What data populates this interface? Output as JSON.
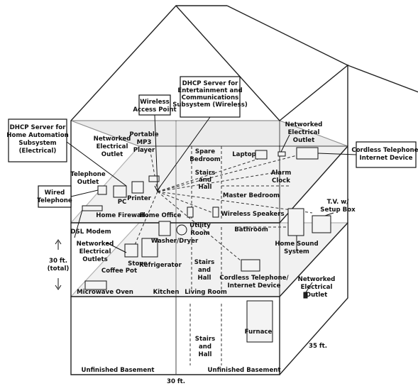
{
  "labels": {
    "dhcp_entertainment": [
      "DHCP Server for",
      "Entertainment and",
      "Communications",
      "Subsystem (Wireless)"
    ],
    "dhcp_home_automation": [
      "DHCP Server for",
      "Home Automation",
      "Subsystem",
      "(Electrical)"
    ],
    "wireless_access_point": [
      "Wireless",
      "Access Point"
    ],
    "networked_outlet_top": [
      "Networked",
      "Electrical",
      "Outlet"
    ],
    "networked_outlet_office": [
      "Networked",
      "Electrical",
      "Outlet"
    ],
    "portable_mp3": [
      "Portable",
      "MP3",
      "Player"
    ],
    "printer": "Printer",
    "pc": "PC",
    "telephone_outlet": [
      "Telephone",
      "Outlet"
    ],
    "wired_telephone": [
      "Wired",
      "Telephone"
    ],
    "home_firewall": "Home Firewall",
    "home_office": "Home Office",
    "dsl_modem": "DSL Modem",
    "spare_bedroom": [
      "Spare",
      "Bedroom"
    ],
    "laptop": "Laptop",
    "stairs_hall_upper": [
      "Stairs",
      "and",
      "Hall"
    ],
    "master_bedroom": "Master Bedroom",
    "alarm_clock": [
      "Alarm",
      "Clock"
    ],
    "cordless_top": [
      "Cordless Telephone/",
      "Internet Device"
    ],
    "wireless_speakers": "Wireless Speakers",
    "tv_setup": [
      "T.V. w/",
      "Setup Box"
    ],
    "utility_room": [
      "Utility",
      "Room"
    ],
    "bathroom": "Bathroom",
    "home_sound": [
      "Home Sound",
      "System"
    ],
    "washer_dryer": "Washer/Dryer",
    "networked_outlets_kitchen": [
      "Networked",
      "Electrical",
      "Outlets"
    ],
    "stove": "Stove",
    "coffee_pot": "Coffee Pot",
    "refrigerator": "Refrigerator",
    "stairs_hall_main": [
      "Stairs",
      "and",
      "Hall"
    ],
    "cordless_main": [
      "Cordless Telephone/",
      "Internet Device"
    ],
    "microwave": "Microwave Oven",
    "kitchen": "Kitchen",
    "living_room": "Living Room",
    "networked_outlet_basement": [
      "Networked",
      "Electrical",
      "Outlet"
    ],
    "furnace": "Furnace",
    "stairs_hall_basement": [
      "Stairs",
      "and",
      "Hall"
    ],
    "unfinished_basement_left": "Unfinished Basement",
    "unfinished_basement_right": "Unfinished Basement",
    "height": [
      "30 ft.",
      "(total)"
    ],
    "depth": "35 ft.",
    "width": "30 ft."
  }
}
